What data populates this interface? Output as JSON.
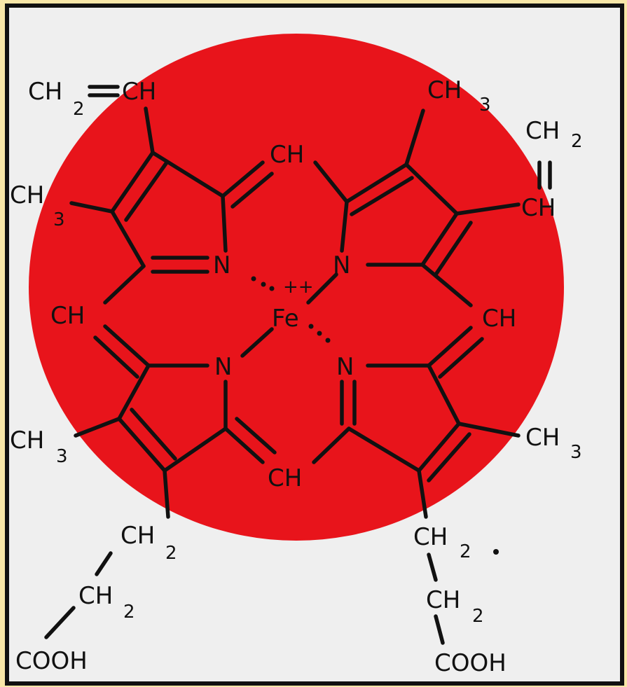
{
  "colors": {
    "frame_fill": "#f8e7a8",
    "frame_border": "#111111",
    "paper": "#efefef",
    "disc": "#e8141b",
    "ink": "#111111"
  },
  "molecule": {
    "center_atom": {
      "symbol": "Fe",
      "charge": "++"
    },
    "nitrogens": [
      "N",
      "N",
      "N",
      "N"
    ],
    "methine_bridges": [
      "CH",
      "CH",
      "CH",
      "CH"
    ],
    "groups": {
      "vinyl_top_left": {
        "c1": "CH",
        "c1_sub": "2",
        "c2": "CH"
      },
      "methyl_top_right": {
        "c": "CH",
        "sub": "3"
      },
      "vinyl_right": {
        "c1": "CH",
        "c1_sub": "2",
        "c2": "CH"
      },
      "methyl_left_upper": {
        "c": "CH",
        "sub": "3"
      },
      "methyl_left_lower": {
        "c": "CH",
        "sub": "3"
      },
      "methyl_right_lower": {
        "c": "CH",
        "sub": "3"
      },
      "propionate_left": {
        "ch2_a": "CH",
        "ch2_a_sub": "2",
        "ch2_b": "CH",
        "ch2_b_sub": "2",
        "acid": "COOH"
      },
      "propionate_right": {
        "ch2_a": "CH",
        "ch2_a_sub": "2",
        "ch2_b": "CH",
        "ch2_b_sub": "2",
        "acid": "COOH"
      }
    }
  }
}
